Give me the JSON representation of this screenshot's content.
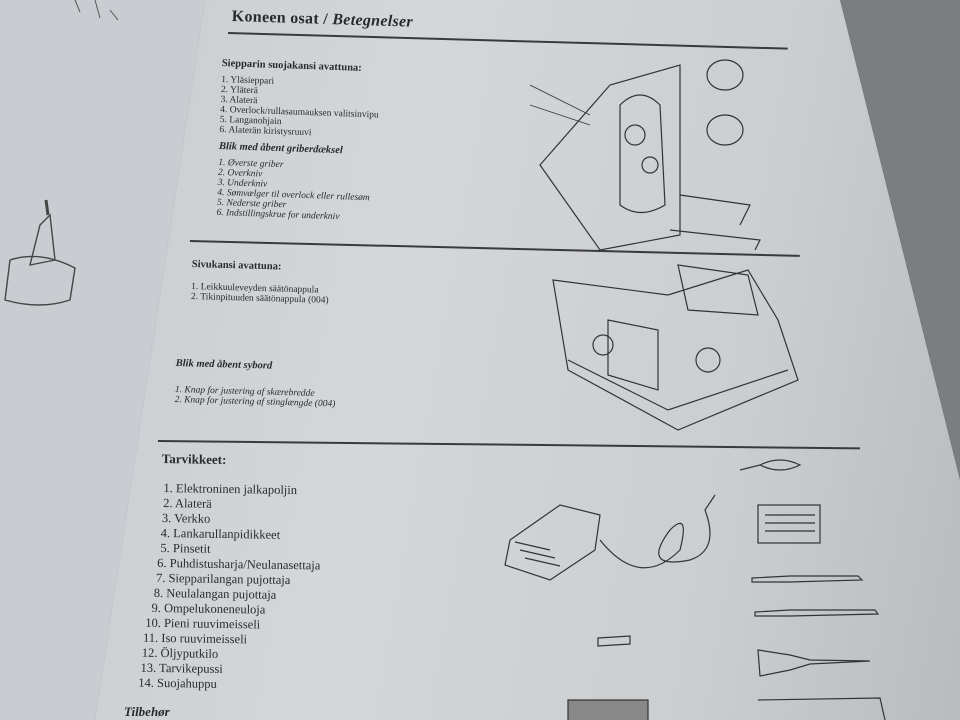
{
  "title": {
    "fi": "Koneen osat",
    "sep": " / ",
    "da": "Betegnelser"
  },
  "section1": {
    "heading_fi": "Siepparin suojakansi avattuna:",
    "items_fi": [
      "1. Yläsieppari",
      "2. Yläterä",
      "3. Alaterä",
      "4. Overlock/rullasaumauksen valitsinvipu",
      "5. Langanohjain",
      "6. Alaterän kiristysruuvi"
    ],
    "heading_da": "Blik med åbent griberdæksel",
    "items_da": [
      "1. Øverste griber",
      "2. Overkniv",
      "3. Underkniv",
      "4. Sømvælger til overlock eller rullesøm",
      "5. Nederste griber",
      "6. Indstillingskrue for underkniv"
    ]
  },
  "section2": {
    "heading_fi": "Sivukansi avattuna:",
    "items_fi": [
      "1. Leikkuuleveyden säätönappula",
      "2. Tikinpituuden säätönappula (004)"
    ],
    "heading_da": "Blik med åbent sybord",
    "items_da": [
      "1. Knap for justering af skærebredde",
      "2. Knap for justering af stinglængde (004)"
    ]
  },
  "section3": {
    "heading_fi": "Tarvikkeet:",
    "items_fi": [
      "1. Elektroninen jalkapoljin",
      "2. Alaterä",
      "3. Verkko",
      "4. Lankarullanpidikkeet",
      "5. Pinsetit",
      "6. Puhdistusharja/Neulanasettaja",
      "7. Siepparilangan pujottaja",
      "8. Neulalangan pujottaja",
      "9. Ompelukoneneuloja",
      "10. Pieni ruuvimeisseli",
      "11. Iso ruuvimeisseli",
      "12. Öljyputkilo",
      "13. Tarvikepussi",
      "14. Suojahuppu"
    ],
    "heading_da": "Tilbehør"
  }
}
